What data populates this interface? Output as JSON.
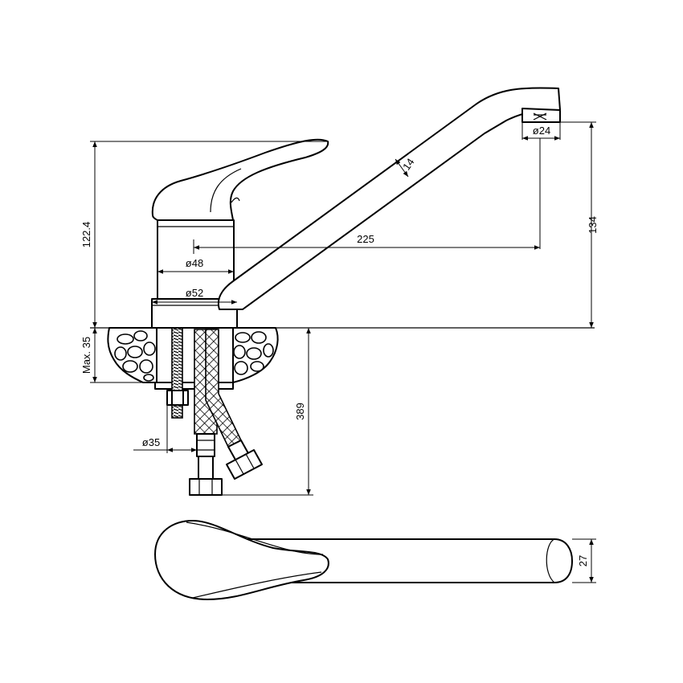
{
  "dimensions": {
    "handle_height": "122.4",
    "spout_height": "134",
    "spout_reach": "225",
    "body_upper_diameter": "ø48",
    "body_base_diameter": "ø52",
    "aerator_diameter": "ø24",
    "spout_tube_width": "14",
    "max_worktop_thickness": "Max. 35",
    "hose_length": "389",
    "mounting_hole_diameter": "ø35",
    "top_view_width": "27"
  },
  "colors": {
    "line": "#000000",
    "background": "#ffffff"
  }
}
